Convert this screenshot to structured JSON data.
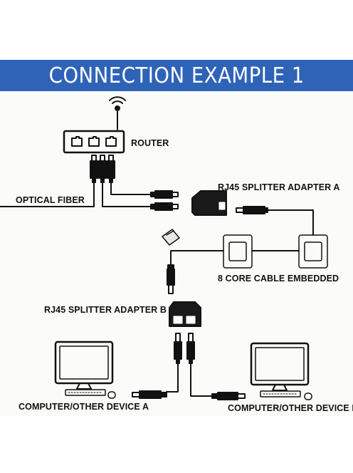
{
  "title": "CONNECTION EXAMPLE 1",
  "labels": {
    "router": "ROUTER",
    "optical_fiber": "OPTICAL FIBER",
    "splitter_a": "RJ45 SPLITTER ADAPTER A",
    "cable_embedded": "8 CORE CABLE EMBEDDED",
    "splitter_b": "RJ45 SPLITTER ADAPTER B",
    "device_a": "COMPUTER/OTHER DEVICE A",
    "device_b": "COMPUTER/OTHER DEVICE B"
  },
  "colors": {
    "banner": "#2f63b8",
    "banner_text": "#ffffff",
    "line": "#111111"
  }
}
